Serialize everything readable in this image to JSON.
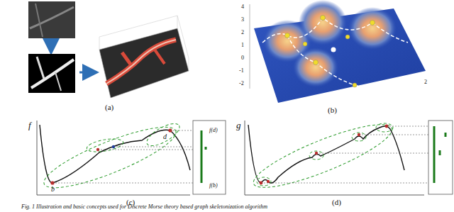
{
  "diagram": {
    "caption": "Fig. 1 Illustration and basic concepts used for Discrete Morse theory based graph skeletonization algorithm",
    "labels": [
      "(a)",
      "(b)",
      "(c)",
      "(d)",
      "f",
      "b",
      "d",
      "f(d)",
      "f(b)",
      "g",
      "4",
      "3",
      "2",
      "1",
      "0",
      "-1",
      "-2",
      "2"
    ]
  }
}
